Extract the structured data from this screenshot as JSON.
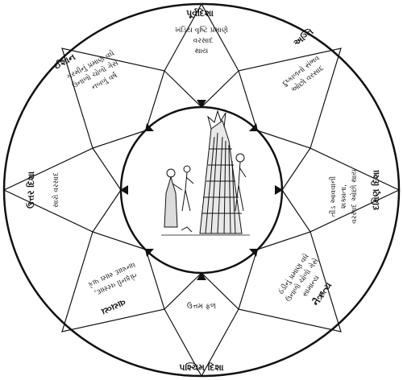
{
  "directions": {
    "east": {
      "name": "પૂર્વદિશા",
      "lines": [
        "ખંડિય વૃષ્ટિ પ્રમાણે",
        "વરસાદ",
        "થાય"
      ]
    },
    "southeast": {
      "name": "અગ્નિ",
      "lines": [
        "દુષ્કાળનો સંભવ",
        "ઓછો વરસાદ"
      ]
    },
    "south": {
      "name": "દક્ષિણ દિશા",
      "lines": [
        "તીડ આવવાની",
        "શક્યતા,",
        "વરસાદ ઓછો થાય"
      ]
    },
    "southwest": {
      "name": "નૈઋત્ય",
      "lines": [
        "ઠંડીનું પ્રમાણ વધે",
        "ઉનાળો ચોળો ગેસે",
        "સામાન્ય"
      ]
    },
    "west": {
      "name": "પશ્ચિમ દિશા",
      "lines": [
        "ઉત્તમ ફળ"
      ]
    },
    "northwest": {
      "name": "વાયવ્ય",
      "lines": [
        "તોફાની વરસાદ,",
        "ધાન્યાદ સારા પાકે"
      ]
    },
    "north": {
      "name": "ઉત્તર દિશા",
      "lines": [
        "સારો વરસાદ"
      ]
    },
    "northeast": {
      "name": "ઈશાન",
      "lines": [
        "ગરમીનું પ્રમાણ વધે",
        "ઉનાળો ચોળો ગેસે",
        "નબળું વર્ષ"
      ]
    }
  },
  "center_picture": "holika-bonfire-with-people"
}
